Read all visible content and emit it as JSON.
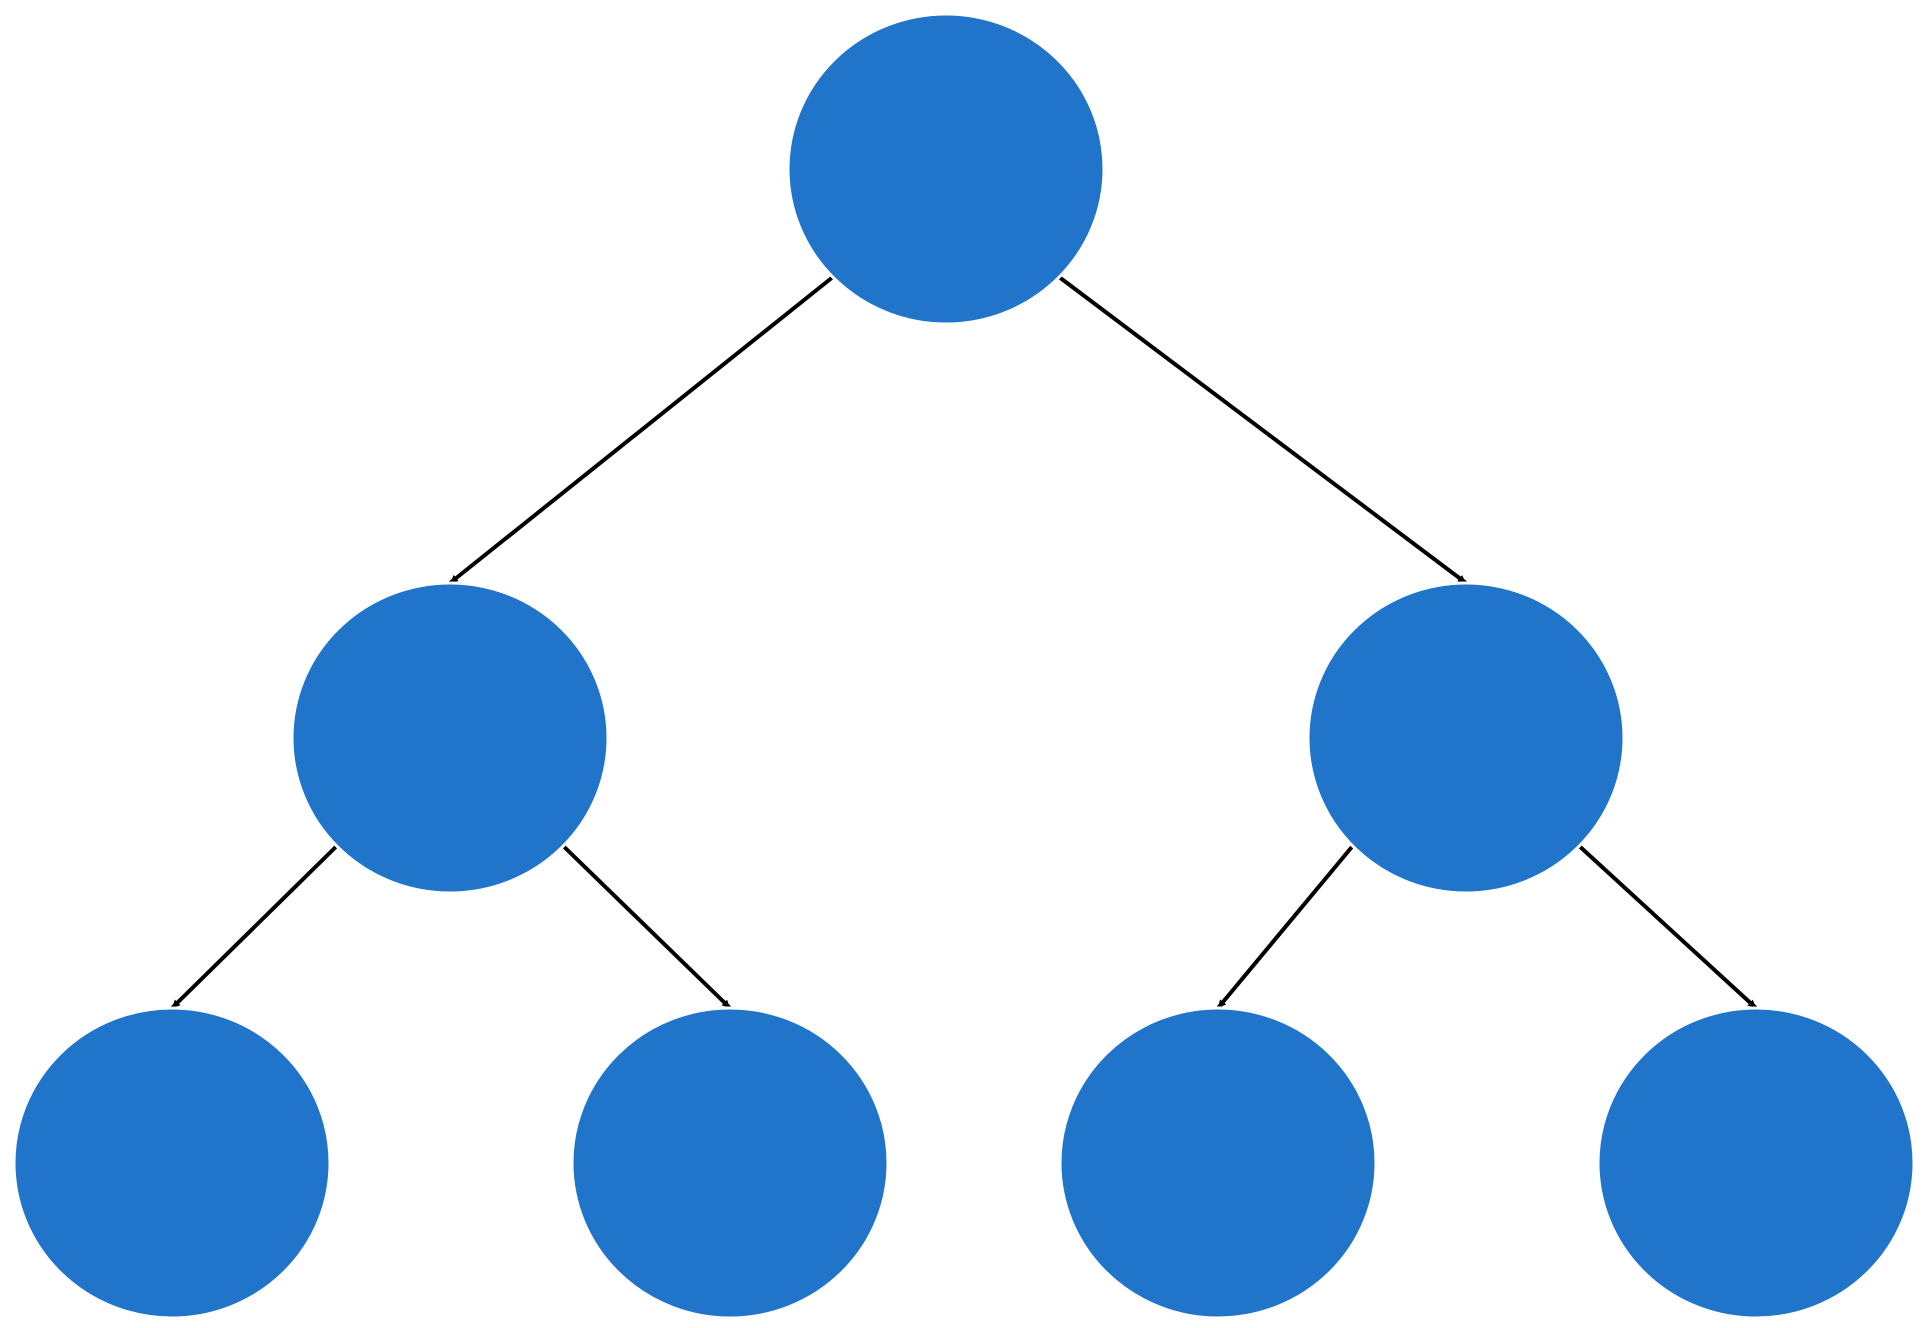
{
  "colors": {
    "node_fill": "#2074c9",
    "node_stroke": "#ffffff",
    "edge_stroke": "#000000",
    "background": "#ffffff"
  },
  "tree": {
    "nodes": [
      {
        "id": "root",
        "level": 0
      },
      {
        "id": "left-child",
        "level": 1
      },
      {
        "id": "right-child",
        "level": 1
      },
      {
        "id": "left-left-leaf",
        "level": 2
      },
      {
        "id": "left-right-leaf",
        "level": 2
      },
      {
        "id": "right-left-leaf",
        "level": 2
      },
      {
        "id": "right-right-leaf",
        "level": 2
      }
    ],
    "edges": [
      {
        "from": "root",
        "to": "left-child"
      },
      {
        "from": "root",
        "to": "right-child"
      },
      {
        "from": "left-child",
        "to": "left-left-leaf"
      },
      {
        "from": "left-child",
        "to": "left-right-leaf"
      },
      {
        "from": "right-child",
        "to": "right-left-leaf"
      },
      {
        "from": "right-child",
        "to": "right-right-leaf"
      }
    ]
  }
}
